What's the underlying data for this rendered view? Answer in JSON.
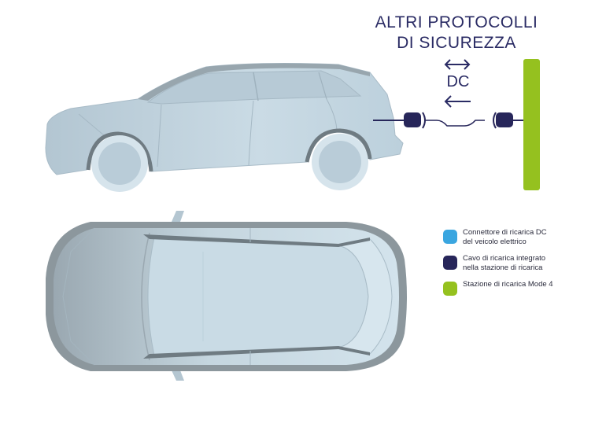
{
  "title": {
    "line1": "ALTRI PROTOCOLLI",
    "line2": "DI SICUREZZA"
  },
  "flow_label": "DC",
  "colors": {
    "vehicle_connector": "#3aa6e0",
    "integrated_cable": "#27265a",
    "charging_station": "#95c11f",
    "title_text": "#2a2b64",
    "car_body": "#c3d6e1",
    "car_dark": "#8c979d"
  },
  "icons": {
    "bidirectional_arrow": "left-right-arrow-icon",
    "return_arrow": "left-arrow-icon"
  },
  "legend": [
    {
      "label": "Connettore di ricarica DC\ndel veicolo elettrico",
      "color": "#3aa6e0"
    },
    {
      "label": "Cavo di ricarica integrato\nnella stazione di ricarica",
      "color": "#27265a"
    },
    {
      "label": "Stazione di ricarica Mode 4",
      "color": "#95c11f"
    }
  ]
}
